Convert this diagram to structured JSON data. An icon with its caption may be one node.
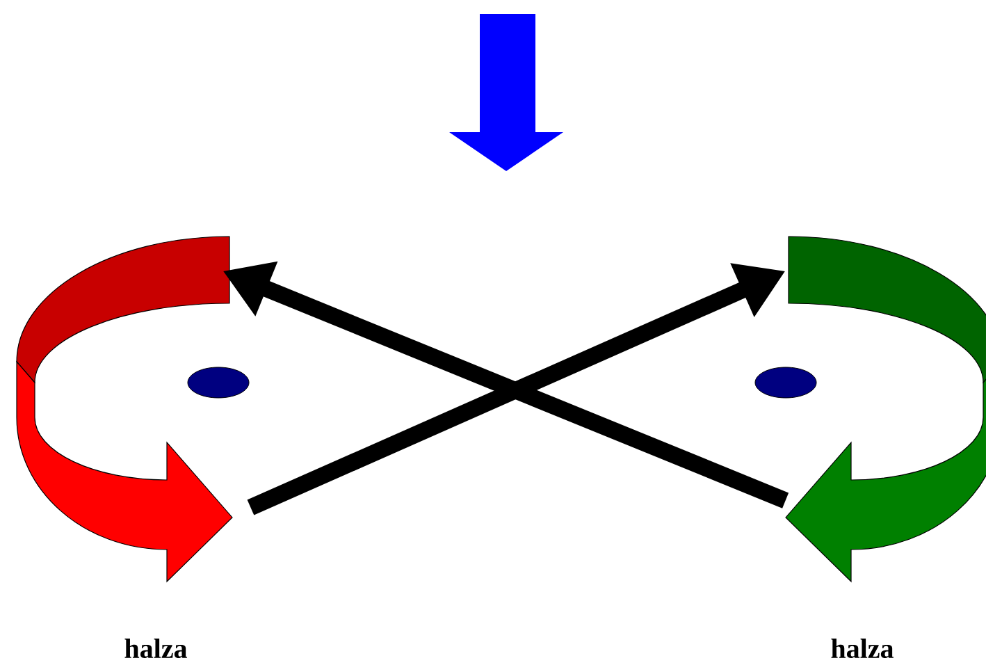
{
  "diagram": {
    "nodes": [
      {
        "text": [],
        "shape": "arrow"
      },
      {
        "text": [],
        "shape": "arrow"
      }
    ],
    "edges": [
      {
        "from": 0,
        "to": 1,
        "arrow": "to"
      },
      {
        "from": 1,
        "to": 0,
        "arrow": "to"
      }
    ],
    "labels": [
      "halza",
      "halza"
    ]
  }
}
